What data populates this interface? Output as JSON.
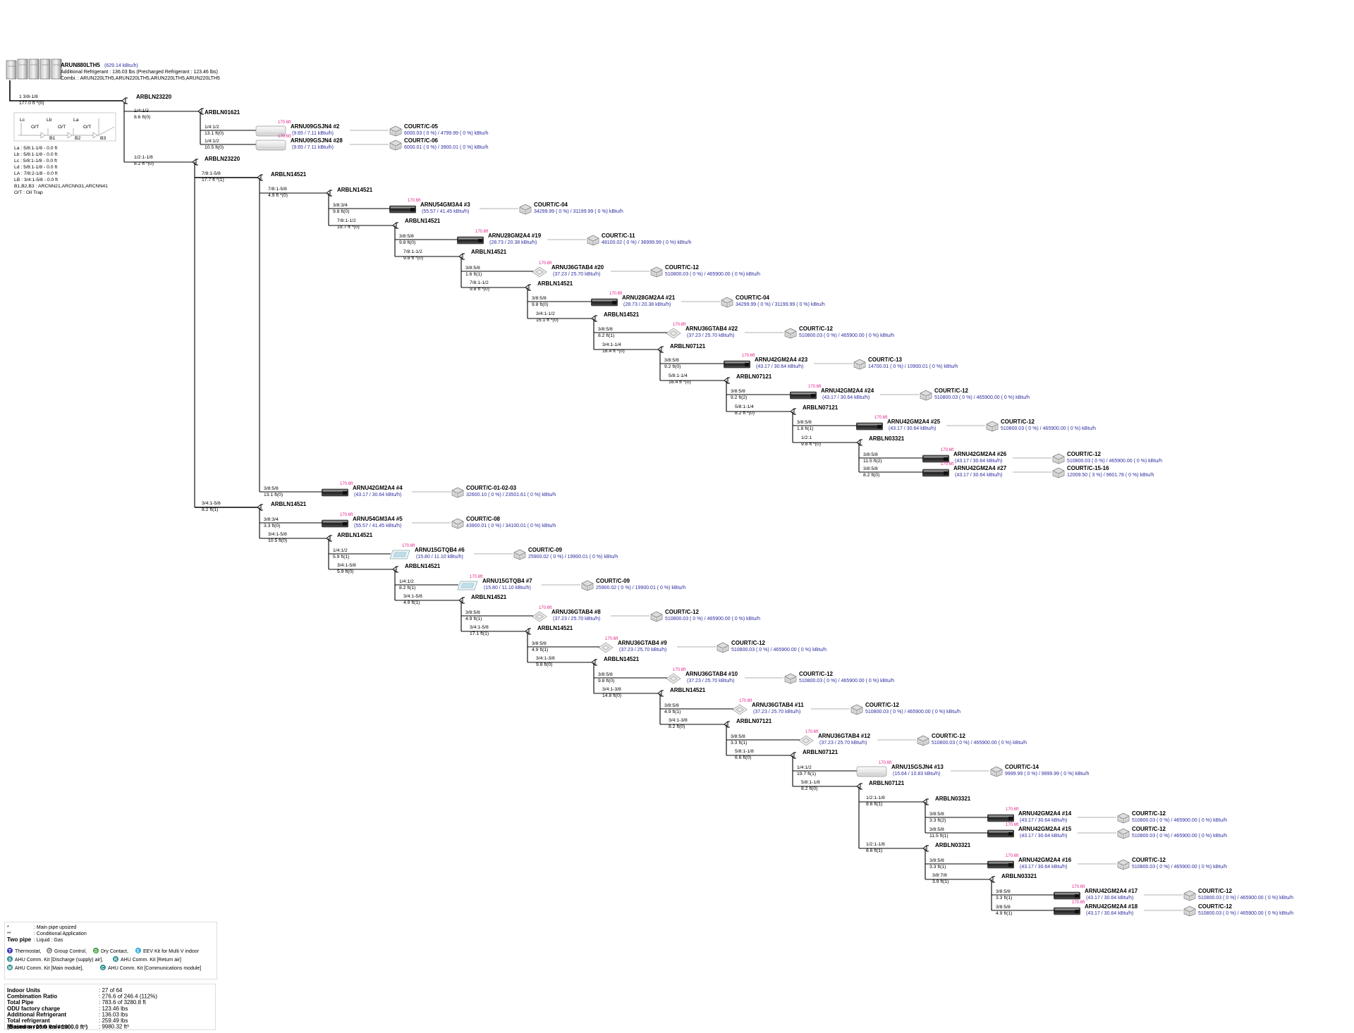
{
  "odu": {
    "model": "ARUN880LTH5",
    "capacity": "(629.14 kBtu/h)",
    "refrigerant_line": "Additional Refrigerant : 136.03 lbs (Precharged Refrigerant : 123.46 lbs)",
    "combi_line": "Combi. : ARUN220LTH5,ARUN220LTH5,ARUN220LTH5,ARUN220LTH5"
  },
  "main_pipe": {
    "size": "1 3/8-1/8",
    "length": "177.0 ft *(0)"
  },
  "odu_piping_legend": {
    "labels": [
      "Lc",
      "O/T",
      "B1",
      "Lb",
      "O/T",
      "B2",
      "La",
      "O/T",
      "B3"
    ],
    "lines": [
      "La   :  5/8:1-1/8  -  0.0 ft",
      "Lb   :  5/8:1-1/8  -  0.0 ft",
      "Lc   :  5/8:1-1/8  -  0.0 ft",
      "Ld   :  5/8:1-1/8  -  0.0 ft",
      "LA   :  7/8:2-1/8  -  0.0 ft",
      "LB   :  3/4:1-5/8  -  0.0 ft",
      "B1,B2,B3    :  ARCNN21,ARCNN31,ARCNN41",
      "O/T  :  Oil Trap"
    ]
  },
  "branches": [
    {
      "label": "ARBLN23220"
    },
    {
      "label": "ARBLN01621"
    },
    {
      "label": "ARBLN23220"
    },
    {
      "label": "ARBLN14521"
    },
    {
      "label": "ARBLN14521"
    },
    {
      "label": "ARBLN14521"
    },
    {
      "label": "ARBLN14521"
    },
    {
      "label": "ARBLN14521"
    },
    {
      "label": "ARBLN14521"
    },
    {
      "label": "ARBLN07121"
    },
    {
      "label": "ARBLN07121"
    },
    {
      "label": "ARBLN07121"
    },
    {
      "label": "ARBLN03321"
    },
    {
      "label": "ARBLN14521"
    },
    {
      "label": "ARBLN14521"
    },
    {
      "label": "ARBLN14521"
    },
    {
      "label": "ARBLN14521"
    },
    {
      "label": "ARBLN14521"
    },
    {
      "label": "ARBLN14521"
    },
    {
      "label": "ARBLN14521"
    },
    {
      "label": "ARBLN07121"
    },
    {
      "label": "ARBLN07121"
    },
    {
      "label": "ARBLN07121"
    },
    {
      "label": "ARBLN03321"
    },
    {
      "label": "ARBLN03321"
    },
    {
      "label": "ARBLN03321"
    }
  ],
  "pipes": [
    {
      "size": "1/4:1/2",
      "length": "8.6 ft(0)"
    },
    {
      "size": "1/2:1-1/8",
      "length": "8.2 ft *(0)"
    },
    {
      "size": "7/8:1-5/8",
      "length": "17.7 ft *(1)"
    },
    {
      "size": "7/8:1-5/8",
      "length": "4.9 ft *(0)"
    },
    {
      "size": "7/8:1-1/2",
      "length": "19.7 ft *(0)"
    },
    {
      "size": "7/8:1-1/2",
      "length": "9.8 ft *(0)"
    },
    {
      "size": "7/8:1-1/2",
      "length": "9.8 ft *(0)"
    },
    {
      "size": "3/4:1-1/2",
      "length": "15.1 ft *(0)"
    },
    {
      "size": "3/4:1-1/4",
      "length": "18.4 ft *(0)"
    },
    {
      "size": "5/8:1-1/4",
      "length": "16.4 ft *(0)"
    },
    {
      "size": "5/8:1-1/4",
      "length": "8.2 ft *(0)"
    },
    {
      "size": "1/2:1",
      "length": "9.8 ft *(0)"
    },
    {
      "size": "3/4:1-5/8",
      "length": "8.2 ft(1)"
    },
    {
      "size": "3/4:1-5/8",
      "length": "10.5 ft(0)"
    },
    {
      "size": "3/4:1-5/8",
      "length": "5.9 ft(0)"
    },
    {
      "size": "3/4:1-5/8",
      "length": "4.9 ft(1)"
    },
    {
      "size": "3/4:1-5/8",
      "length": "17.1 ft(1)"
    },
    {
      "size": "3/4:1-3/8",
      "length": "9.8 ft(0)"
    },
    {
      "size": "3/4:1-3/8",
      "length": "14.8 ft(0)"
    },
    {
      "size": "3/4:1-3/8",
      "length": "8.2 ft(0)"
    },
    {
      "size": "5/8:1-1/8",
      "length": "6.6 ft(0)"
    },
    {
      "size": "5/8:1-1/8",
      "length": "8.2 ft(0)"
    },
    {
      "size": "1/2:1-1/8",
      "length": "8.6 ft(1)"
    },
    {
      "size": "3/8:7/8",
      "length": "3.9 ft(1)"
    }
  ],
  "units": [
    {
      "model": "ARNU09GSJN4  #2",
      "cap": "(9.65 / 7.11 kBtu/h)",
      "hgt": "170.6ft",
      "pipe": "1/4:1/2",
      "len": "13.1 ft(0)",
      "room": "COURT/C-05",
      "load": "6000.03 ( 0 %) / 4799.99 ( 0 %) kBtu/h"
    },
    {
      "model": "ARNU09GSJN4  #28",
      "cap": "(9.65 / 7.11 kBtu/h)",
      "hgt": "170.6ft",
      "pipe": "1/4:1/2",
      "len": "10.5 ft(0)",
      "room": "COURT/C-06",
      "load": "6000.01 ( 0 %) / 3900.01 ( 0 %) kBtu/h"
    },
    {
      "model": "ARNU54GM3A4  #3",
      "cap": "(55.57 / 41.45 kBtu/h)",
      "hgt": "170.6ft",
      "pipe": "3/8:3/4",
      "len": "9.8 ft(0)",
      "room": "COURT/C-04",
      "load": "34299.99 ( 0 %) / 31199.99 ( 0 %) kBtu/h"
    },
    {
      "model": "ARNU28GM2A4  #19",
      "cap": "(28.73 / 20.38 kBtu/h)",
      "hgt": "170.6ft",
      "pipe": "3/8:5/8",
      "len": "9.8 ft(0)",
      "room": "COURT/C-11",
      "load": "48100.02 ( 0 %) / 36999.99 ( 0 %) kBtu/h"
    },
    {
      "model": "ARNU36GTAB4  #20",
      "cap": "(37.23 / 25.70 kBtu/h)",
      "hgt": "170.6ft",
      "pipe": "3/8:5/8",
      "len": "1.6 ft(1)",
      "room": "COURT/C-12",
      "load": "510800.03 ( 0 %) / 465900.00 ( 0 %) kBtu/h"
    },
    {
      "model": "ARNU28GM2A4  #21",
      "cap": "(28.73 / 20.38 kBtu/h)",
      "hgt": "170.6ft",
      "pipe": "3/8:5/8",
      "len": "9.8 ft(0)",
      "room": "COURT/C-04",
      "load": "34299.99 ( 0 %) / 31199.99 ( 0 %) kBtu/h"
    },
    {
      "model": "ARNU36GTAB4  #22",
      "cap": "(37.23 / 25.70 kBtu/h)",
      "hgt": "170.6ft",
      "pipe": "3/8:5/8",
      "len": "8.2 ft(1)",
      "room": "COURT/C-12",
      "load": "510800.03 ( 0 %) / 465900.00 ( 0 %) kBtu/h"
    },
    {
      "model": "ARNU42GM2A4  #23",
      "cap": "(43.17 / 30.64 kBtu/h)",
      "hgt": "170.6ft",
      "pipe": "3/8:5/8",
      "len": "9.2 ft(0)",
      "room": "COURT/C-13",
      "load": "14700.01 ( 0 %) / 10900.01 ( 0 %) kBtu/h"
    },
    {
      "model": "ARNU42GM2A4  #24",
      "cap": "(43.17 / 30.64 kBtu/h)",
      "hgt": "170.6ft",
      "pipe": "3/8:5/8",
      "len": "9.2 ft(2)",
      "room": "COURT/C-12",
      "load": "510800.03 ( 0 %) / 465900.00 ( 0 %) kBtu/h"
    },
    {
      "model": "ARNU42GM2A4  #25",
      "cap": "(43.17 / 30.64 kBtu/h)",
      "hgt": "170.6ft",
      "pipe": "3/8:5/8",
      "len": "1.8 ft(1)",
      "room": "COURT/C-12",
      "load": "510800.03 ( 0 %) / 465900.00 ( 0 %) kBtu/h"
    },
    {
      "model": "ARNU42GM2A4  #26",
      "cap": "(43.17 / 30.64 kBtu/h)",
      "hgt": "170.6ft",
      "pipe": "3/8:5/8",
      "len": "11.5 ft(2)",
      "room": "COURT/C-12",
      "load": "510800.03 ( 0 %) / 465900.00 ( 0 %) kBtu/h"
    },
    {
      "model": "ARNU42GM2A4  #27",
      "cap": "(43.17 / 30.64 kBtu/h)",
      "hgt": "170.6ft",
      "pipe": "3/8:5/8",
      "len": "8.2 ft(0)",
      "room": "COURT/C-15-16",
      "load": "12009.50 ( 3 %) / 9601.78 ( 0 %) kBtu/h"
    },
    {
      "model": "ARNU42GM2A4  #4",
      "cap": "(43.17 / 30.64 kBtu/h)",
      "hgt": "170.6ft",
      "pipe": "3/8:5/8",
      "len": "13.1 ft(0)",
      "room": "COURT/C-01-02-03",
      "load": "32600.10 ( 0 %) / 23501.61 ( 0 %) kBtu/h"
    },
    {
      "model": "ARNU54GM3A4  #5",
      "cap": "(55.57 / 41.45 kBtu/h)",
      "hgt": "170.6ft",
      "pipe": "3/8:3/4",
      "len": "3.3 ft(0)",
      "room": "COURT/C-08",
      "load": "43900.01 ( 0 %) / 34100.01 ( 0 %) kBtu/h"
    },
    {
      "model": "ARNU15GTQB4  #6",
      "cap": "(15.80 / 11.10 kBtu/h)",
      "hgt": "170.6ft",
      "pipe": "1/4:1/2",
      "len": "5.9 ft(1)",
      "room": "COURT/C-09",
      "load": "25900.02 ( 0 %) / 19900.01 ( 0 %) kBtu/h"
    },
    {
      "model": "ARNU15GTQB4  #7",
      "cap": "(15.80 / 11.10 kBtu/h)",
      "hgt": "170.6ft",
      "pipe": "1/4:1/2",
      "len": "8.2 ft(1)",
      "room": "COURT/C-09",
      "load": "25900.02 ( 0 %) / 19900.01 ( 0 %) kBtu/h"
    },
    {
      "model": "ARNU36GTAB4  #8",
      "cap": "(37.23 / 25.70 kBtu/h)",
      "hgt": "170.6ft",
      "pipe": "3/8:5/8",
      "len": "4.9 ft(1)",
      "room": "COURT/C-12",
      "load": "510800.03 ( 0 %) / 465900.00 ( 0 %) kBtu/h"
    },
    {
      "model": "ARNU36GTAB4  #9",
      "cap": "(37.23 / 25.70 kBtu/h)",
      "hgt": "170.6ft",
      "pipe": "3/8:5/8",
      "len": "4.9 ft(1)",
      "room": "COURT/C-12",
      "load": "510800.03 ( 0 %) / 465900.00 ( 0 %) kBtu/h"
    },
    {
      "model": "ARNU36GTAB4  #10",
      "cap": "(37.23 / 25.70 kBtu/h)",
      "hgt": "170.6ft",
      "pipe": "3/8:5/8",
      "len": "9.8 ft(0)",
      "room": "COURT/C-12",
      "load": "510800.03 ( 0 %) / 465900.00 ( 0 %) kBtu/h"
    },
    {
      "model": "ARNU36GTAB4  #11",
      "cap": "(37.23 / 25.70 kBtu/h)",
      "hgt": "170.6ft",
      "pipe": "3/8:5/8",
      "len": "4.9 ft(1)",
      "room": "COURT/C-12",
      "load": "510800.03 ( 0 %) / 465900.00 ( 0 %) kBtu/h"
    },
    {
      "model": "ARNU36GTAB4  #12",
      "cap": "(37.23 / 25.70 kBtu/h)",
      "hgt": "170.6ft",
      "pipe": "3/8:5/8",
      "len": "3.3 ft(1)",
      "room": "COURT/C-12",
      "load": "510800.03 ( 0 %) / 465900.00 ( 0 %) kBtu/h"
    },
    {
      "model": "ARNU15GSJN4  #13",
      "cap": "(15.64 / 10.83 kBtu/h)",
      "hgt": "170.6ft",
      "pipe": "1/4:1/2",
      "len": "19.7 ft(1)",
      "room": "COURT/C-14",
      "load": "9999.99 ( 0 %) / 9999.99 ( 0 %) kBtu/h"
    },
    {
      "model": "ARNU42GM2A4  #14",
      "cap": "(43.17 / 30.64 kBtu/h)",
      "hgt": "170.6ft",
      "pipe": "3/8:5/8",
      "len": "3.3 ft(2)",
      "room": "COURT/C-12",
      "load": "510800.03 ( 0 %) / 465900.00 ( 0 %) kBtu/h"
    },
    {
      "model": "ARNU42GM2A4  #15",
      "cap": "(43.17 / 30.64 kBtu/h)",
      "hgt": "170.6ft",
      "pipe": "3/8:5/8",
      "len": "11.5 ft(1)",
      "room": "COURT/C-12",
      "load": "510800.03 ( 0 %) / 465900.00 ( 0 %) kBtu/h"
    },
    {
      "model": "ARNU42GM2A4  #16",
      "cap": "(43.17 / 30.64 kBtu/h)",
      "hgt": "170.6ft",
      "pipe": "3/8:5/8",
      "len": "3.3 ft(1)",
      "room": "COURT/C-12",
      "load": "510800.03 ( 0 %) / 465900.00 ( 0 %) kBtu/h"
    },
    {
      "model": "ARNU42GM2A4  #17",
      "cap": "(43.17 / 30.64 kBtu/h)",
      "hgt": "170.6ft",
      "pipe": "3/8:5/8",
      "len": "3.3 ft(1)",
      "room": "COURT/C-12",
      "load": "510800.03 ( 0 %) / 465900.00 ( 0 %) kBtu/h"
    },
    {
      "model": "ARNU42GM2A4  #18",
      "cap": "(43.17 / 30.64 kBtu/h)",
      "hgt": "170.6ft",
      "pipe": "3/8:5/8",
      "len": "4.9 ft(1)",
      "room": "COURT/C-12",
      "load": "510800.03 ( 0 %) / 465900.00 ( 0 %) kBtu/h"
    }
  ],
  "legend": {
    "rows": [
      {
        "symbol": "*",
        "text": ": Main pipe upsized"
      },
      {
        "symbol": "**",
        "text": ": Conditional Application"
      },
      {
        "symbol": "Two pipe",
        "text": ": Liquid : Gas"
      }
    ],
    "accessories": [
      {
        "badge": "T",
        "color": "#3b3bbf",
        "text": "Thermostat,"
      },
      {
        "badge": "G",
        "color": "#888888",
        "text": "Group Control,"
      },
      {
        "badge": "D",
        "color": "#3a9a3a",
        "text": "Dry Contact,"
      },
      {
        "badge": "E",
        "color": "#2aa8d8",
        "text": "EEV Kit for Multi V indoor"
      },
      {
        "badge": "S",
        "color": "#2a8a8a",
        "text": "AHU Comm. Kit [Discharge (supply) air],"
      },
      {
        "badge": "R",
        "color": "#2a8a8a",
        "text": "AHU Comm. Kit [Return air]"
      },
      {
        "badge": "M",
        "color": "#2a8a8a",
        "text": "AHU Comm. Kit [Main module],"
      },
      {
        "badge": "C",
        "color": "#2a8a8a",
        "text": "AHU Comm. Kit [Communications module]"
      }
    ]
  },
  "summary": [
    {
      "label": "Indoor Units",
      "value": ":  27  of  64"
    },
    {
      "label": "Combination Ratio",
      "value": ": 276.6 of 246.4 (112%)"
    },
    {
      "label": "Total Pipe",
      "value": ": 783.6 of 3280.8 ft"
    },
    {
      "label": "ODU factory charge",
      "value": ": 123.46 lbs"
    },
    {
      "label": "Additional Refrigerant",
      "value": ": 136.03 lbs"
    },
    {
      "label": "Total refrigerant",
      "value": ": 259.49 lbs"
    },
    {
      "label": "Minimum room volume",
      "value": ": 9980.32 ft³"
    },
    {
      "label": "(Based on 26.0 lbs / 1000.0 ft³)",
      "value": ""
    }
  ],
  "colors": {
    "line": "#000000",
    "capacity": "#2c2ca0",
    "height": "#e0208a"
  }
}
